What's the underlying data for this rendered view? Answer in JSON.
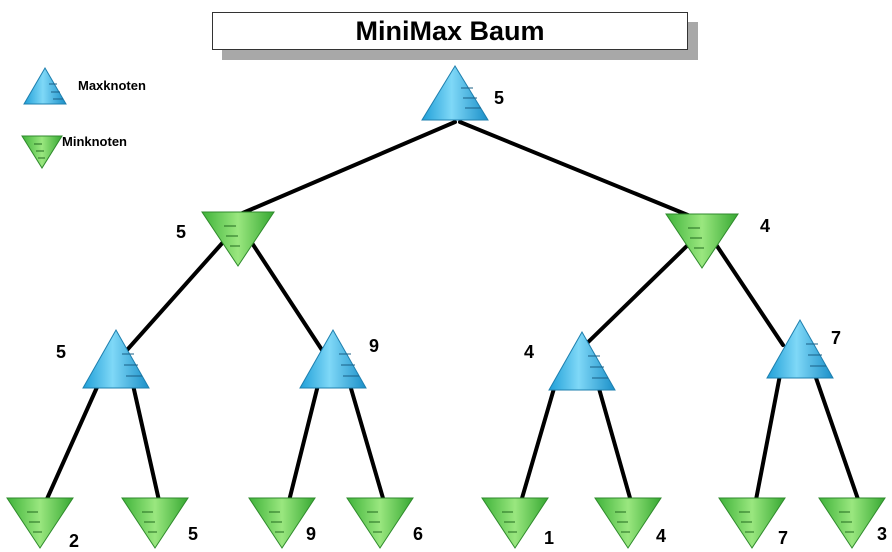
{
  "title": "MiniMax Baum",
  "legend": {
    "max_label": "Maxknoten",
    "min_label": "Minknoten"
  },
  "colors": {
    "max_fill": "#33b5e5",
    "min_fill": "#5fcf4f",
    "edge": "#000000"
  },
  "nodes": {
    "root": "5",
    "l": "5",
    "r": "4",
    "ll": "5",
    "lr": "9",
    "rl": "4",
    "rr": "7",
    "leaf1": "2",
    "leaf2": "5",
    "leaf3": "9",
    "leaf4": "6",
    "leaf5": "1",
    "leaf6": "4",
    "leaf7": "7",
    "leaf8": "3"
  }
}
